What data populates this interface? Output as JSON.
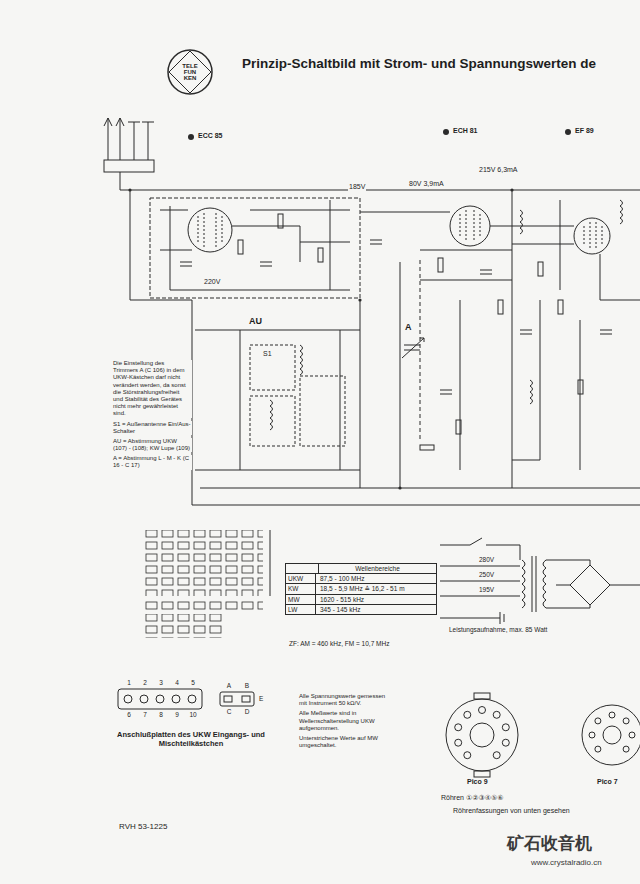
{
  "diagram": {
    "title": "Prinzip-Schaltbild mit Strom- und Spannungswerten de",
    "nodes": [
      {
        "text": [
          "TELE FUN KEN"
        ]
      },
      {
        "text": [
          "Wellenbereiche"
        ]
      },
      {
        "text": [
          "UKW",
          "87,5 - 100 MHz"
        ],
        "in": 1
      },
      {
        "text": [
          "KW",
          "18,5 - 5,9 MHz ≙ 16,2 - 51 m"
        ],
        "in": 1
      },
      {
        "text": [
          "MW",
          "1620 - 515 kHz"
        ],
        "in": 1
      },
      {
        "text": [
          "LW",
          "345 - 145 kHz"
        ],
        "in": 1
      }
    ],
    "labels": [
      "ECC 85",
      "ECH 81",
      "EF 89",
      "80V 3,9mA",
      "215V 6,3mA",
      "185V",
      "220V",
      "AU",
      "A",
      "S1",
      "Die Einstellung des Trimmers A (C 106) in dem UKW-Kästchen darf nicht verändert werden, da sonst die Störstrahlungsfreiheit und Stabilität des Gerätes nicht mehr gewährleistet sind.",
      "S1 = Außenantenne Ein/Aus-Schalter",
      "AU = Abstimmung UKW (107) - (108); KW Lupe (109)",
      "A = Abstimmung L - M - K (C 16 - C 17)",
      "ZF: AM = 460 kHz, FM = 10,7 MHz",
      "280V",
      "250V",
      "195V",
      "Leistungsaufnahme, max. 85 Watt",
      "Alle Spannungswerte gemessen mit Instrument 50 kΩ/V.",
      "Alle Meßwerte sind in Wellenschalterstellung UKW aufgenommen.",
      "Unterstrichene Werte auf MW umgeschaltet.",
      "1",
      "2",
      "3",
      "4",
      "5",
      "6",
      "7",
      "8",
      "9",
      "10",
      "A",
      "B",
      "C",
      "D",
      "E",
      "Anschlußplatten des UKW Eingangs- und Mischteilkästchen",
      "Pico 9",
      "Pico 7",
      "Röhren ①②③④⑤⑥",
      "Röhrenfassungen von unten gesehen",
      "RVH 53-1225",
      "矿石收音机",
      "www.crystalradio.cn"
    ]
  }
}
